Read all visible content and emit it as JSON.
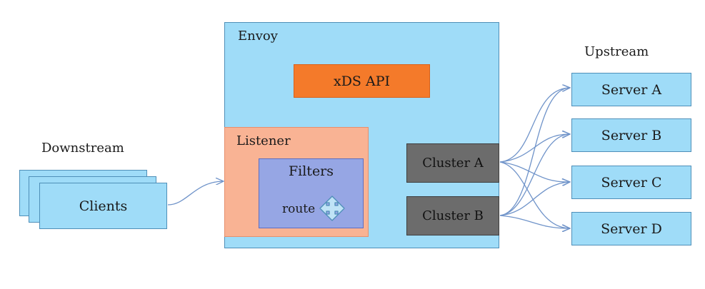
{
  "downstream": {
    "label": "Downstream",
    "clients_label": "Clients"
  },
  "envoy": {
    "label": "Envoy",
    "xds_label": "xDS API",
    "listener": {
      "label": "Listener",
      "filters_label": "Filters",
      "route_label": "route",
      "route_icon": "move-arrows-icon"
    },
    "clusters": [
      "Cluster A",
      "Cluster B"
    ]
  },
  "upstream": {
    "label": "Upstream",
    "servers": [
      "Server A",
      "Server B",
      "Server C",
      "Server D"
    ]
  },
  "colors": {
    "envoy_bg": "#9fdcf8",
    "xds_bg": "#f47a2a",
    "listener_bg": "#f9b394",
    "filters_bg": "#96a6e4",
    "cluster_bg": "#6c6c6c",
    "arrow": "#6f93c9"
  }
}
